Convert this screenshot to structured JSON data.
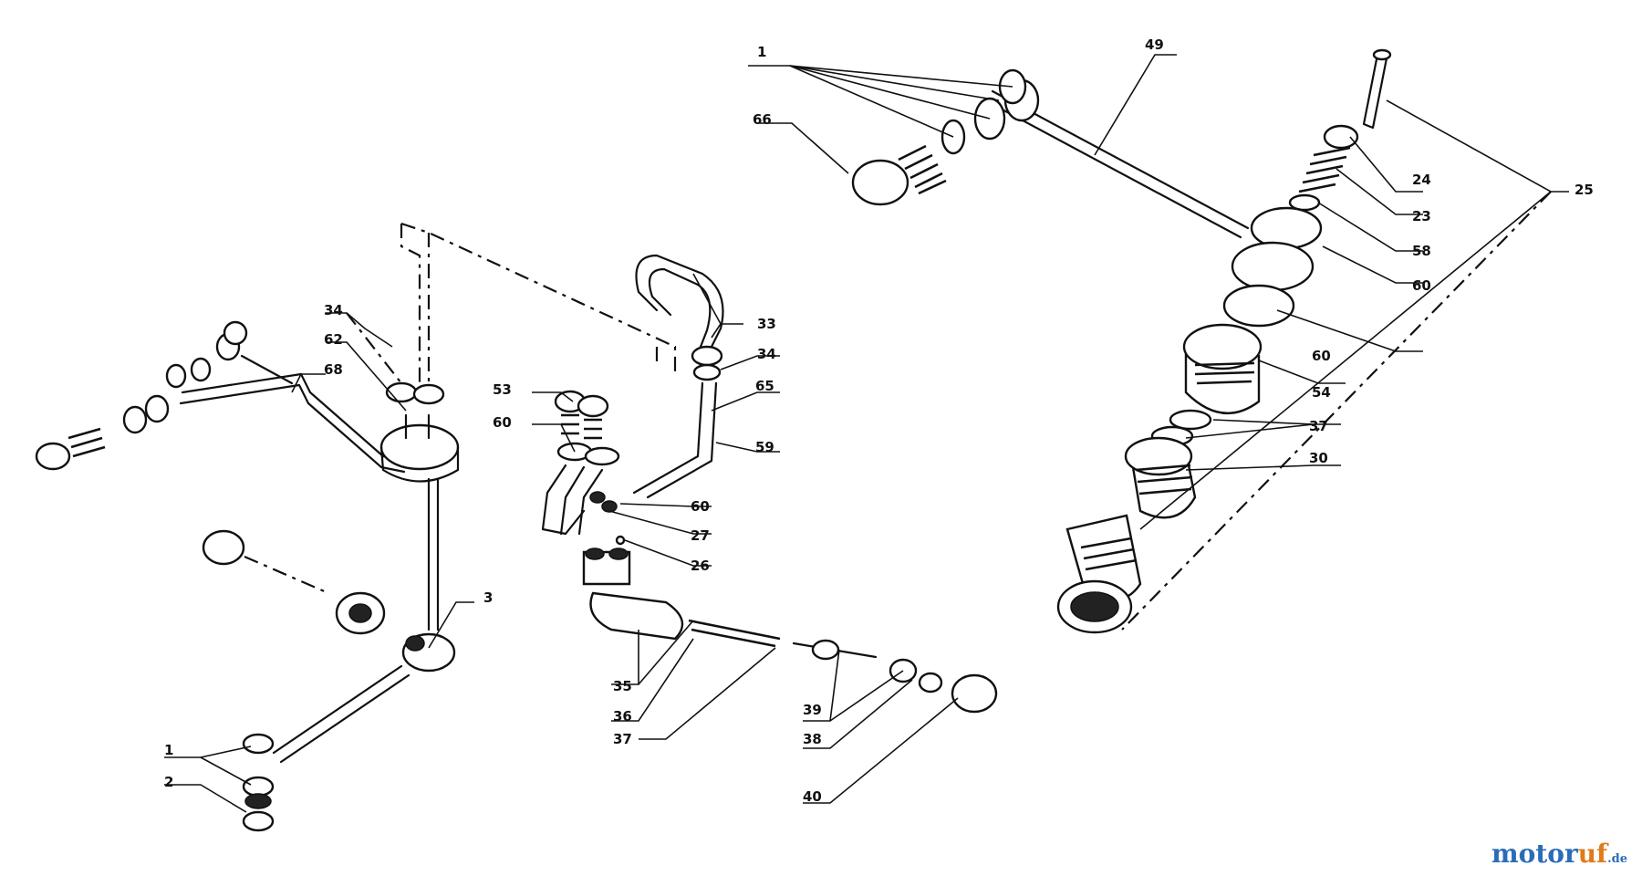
{
  "callouts": {
    "c1a": "1",
    "c49": "49",
    "c66": "66",
    "c24": "24",
    "c25": "25",
    "c23": "23",
    "c58": "58",
    "c60a": "60",
    "c60b": "60",
    "c54": "54",
    "c37a": "37",
    "c30": "30",
    "c33": "33",
    "c34a": "34",
    "c65": "65",
    "c53": "53",
    "c60c": "60",
    "c59": "59",
    "c60d": "60",
    "c27": "27",
    "c26": "26",
    "c34b": "34",
    "c62": "62",
    "c68": "68",
    "c3": "3",
    "c35": "35",
    "c36": "36",
    "c37b": "37",
    "c39": "39",
    "c38": "38",
    "c40": "40",
    "c1b": "1",
    "c2": "2"
  },
  "watermark": {
    "part1": "motor",
    "part2": "uf",
    "part3": ".de"
  }
}
